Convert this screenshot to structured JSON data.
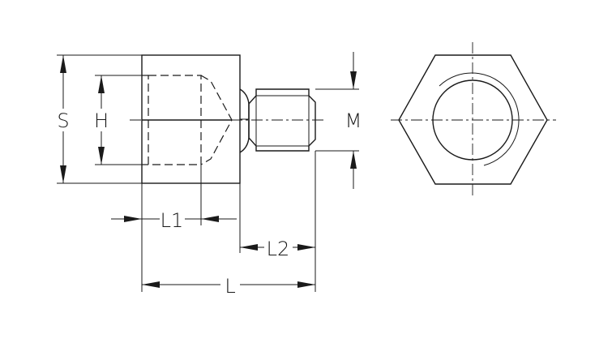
{
  "diagram": {
    "labels": {
      "S": "S",
      "H": "H",
      "M": "M",
      "L1": "L1",
      "L2": "L2",
      "L": "L"
    }
  }
}
